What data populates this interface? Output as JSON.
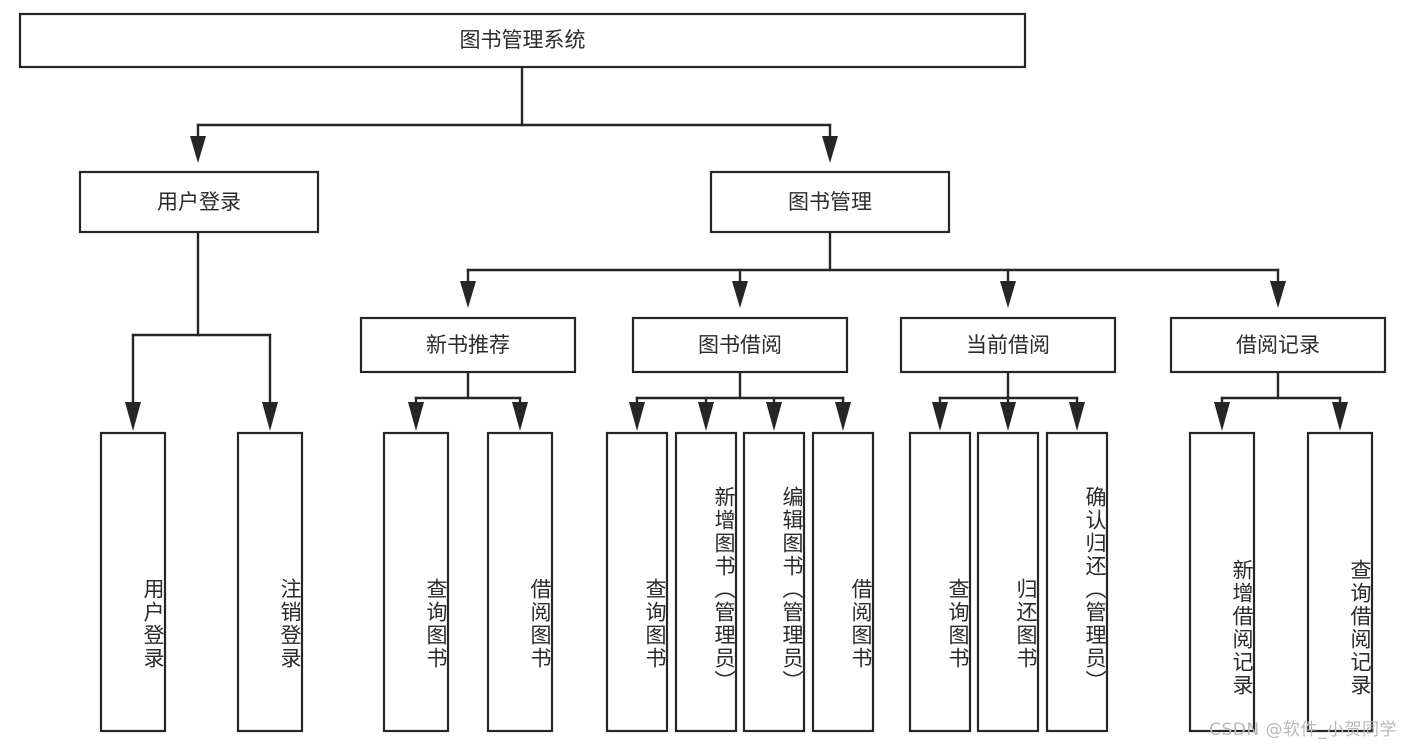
{
  "diagram": {
    "type": "tree-hierarchy",
    "title": "图书管理系统",
    "root": {
      "id": "root",
      "label": "图书管理系统",
      "orientation": "horizontal"
    },
    "level2": [
      {
        "id": "user-login",
        "label": "用户登录",
        "orientation": "horizontal"
      },
      {
        "id": "book-management",
        "label": "图书管理",
        "orientation": "horizontal"
      }
    ],
    "level3": [
      {
        "id": "new-book-recommend",
        "label": "新书推荐",
        "orientation": "horizontal",
        "parent": "book-management"
      },
      {
        "id": "book-borrow",
        "label": "图书借阅",
        "orientation": "horizontal",
        "parent": "book-management"
      },
      {
        "id": "current-borrow",
        "label": "当前借阅",
        "orientation": "horizontal",
        "parent": "book-management"
      },
      {
        "id": "borrow-record",
        "label": "借阅记录",
        "orientation": "horizontal",
        "parent": "book-management"
      }
    ],
    "leaves": [
      {
        "id": "leaf-user-login",
        "label": "用户登录",
        "orientation": "vertical",
        "parent": "user-login"
      },
      {
        "id": "leaf-logout-login",
        "label": "注销登录",
        "orientation": "vertical",
        "parent": "user-login"
      },
      {
        "id": "leaf-query-book-1",
        "label": "查询图书",
        "orientation": "vertical",
        "parent": "new-book-recommend"
      },
      {
        "id": "leaf-borrow-book-1",
        "label": "借阅图书",
        "orientation": "vertical",
        "parent": "new-book-recommend"
      },
      {
        "id": "leaf-query-book-2",
        "label": "查询图书",
        "orientation": "vertical",
        "parent": "book-borrow"
      },
      {
        "id": "leaf-add-book",
        "label": "新增图书（管理员）",
        "orientation": "vertical",
        "parent": "book-borrow"
      },
      {
        "id": "leaf-edit-book",
        "label": "编辑图书（管理员）",
        "orientation": "vertical",
        "parent": "book-borrow"
      },
      {
        "id": "leaf-borrow-book-2",
        "label": "借阅图书",
        "orientation": "vertical",
        "parent": "book-borrow"
      },
      {
        "id": "leaf-query-book-3",
        "label": "查询图书",
        "orientation": "vertical",
        "parent": "current-borrow"
      },
      {
        "id": "leaf-return-book",
        "label": "归还图书",
        "orientation": "vertical",
        "parent": "current-borrow"
      },
      {
        "id": "leaf-confirm-return",
        "label": "确认归还（管理员）",
        "orientation": "vertical",
        "parent": "current-borrow"
      },
      {
        "id": "leaf-add-borrow-record",
        "label": "新增借阅记录",
        "orientation": "vertical",
        "parent": "borrow-record"
      },
      {
        "id": "leaf-query-borrow-record",
        "label": "查询借阅记录",
        "orientation": "vertical",
        "parent": "borrow-record"
      }
    ],
    "watermark": "CSDN @软件_小贺同学",
    "colors": {
      "box_stroke": "#262626",
      "box_fill": "#ffffff",
      "text": "#2b2b2b",
      "connector": "#262626",
      "watermark": "#b9b9b9",
      "background": "#ffffff"
    }
  }
}
